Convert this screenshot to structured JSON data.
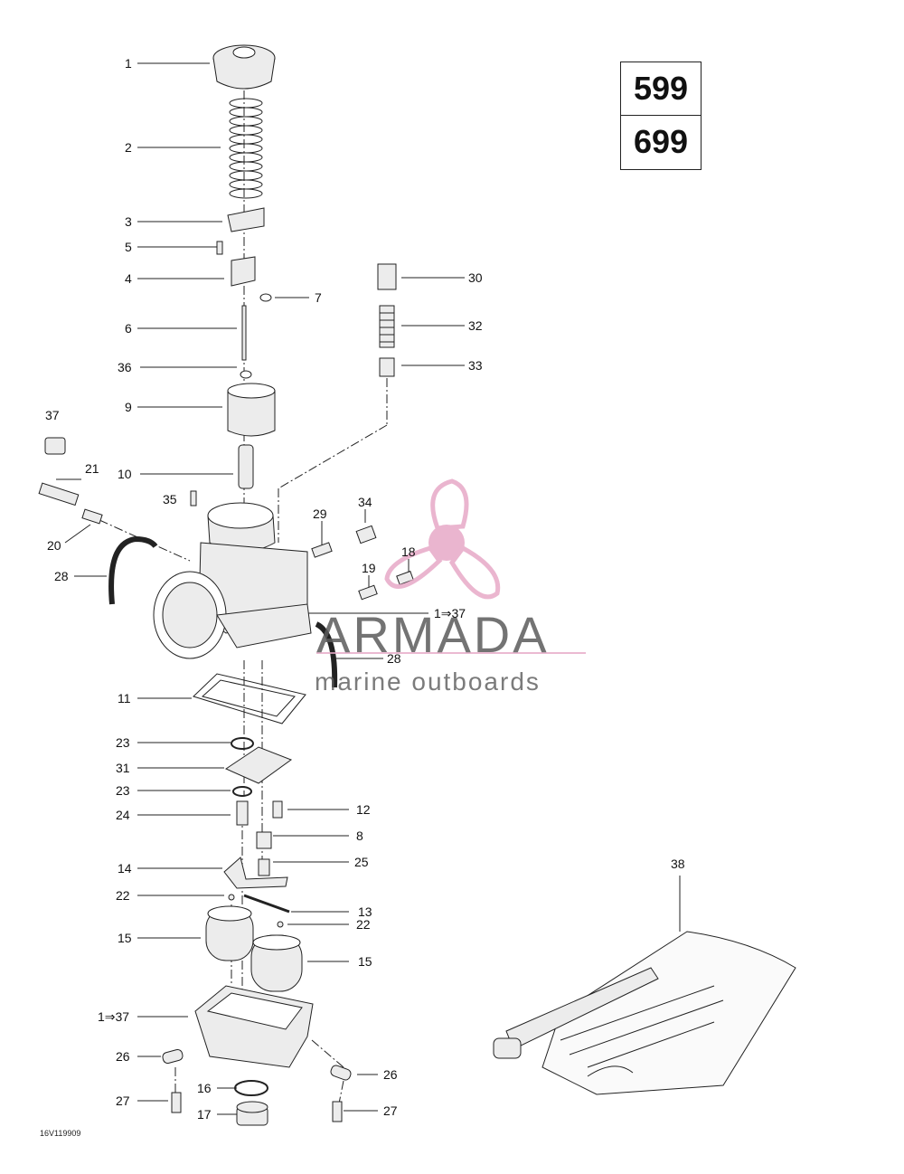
{
  "models": [
    "599",
    "699"
  ],
  "watermark": {
    "brand": "ARMADA",
    "tagline": "marine outboards"
  },
  "reference_code": "16V119909",
  "callouts": {
    "c1": "1",
    "c2": "2",
    "c3": "3",
    "c5": "5",
    "c4": "4",
    "c7": "7",
    "c6": "6",
    "c36": "36",
    "c9": "9",
    "c37": "37",
    "c21": "21",
    "c10": "10",
    "c35": "35",
    "c20": "20",
    "c28a": "28",
    "c30": "30",
    "c32": "32",
    "c33": "33",
    "c34": "34",
    "c29": "29",
    "c18": "18",
    "c19": "19",
    "c1r37a": "1⇒37",
    "c28b": "28",
    "c11": "11",
    "c23a": "23",
    "c31": "31",
    "c23b": "23",
    "c24": "24",
    "c12": "12",
    "c8": "8",
    "c25": "25",
    "c14": "14",
    "c22a": "22",
    "c13": "13",
    "c22b": "22",
    "c15a": "15",
    "c15b": "15",
    "c1r37b": "1⇒37",
    "c26a": "26",
    "c26b": "26",
    "c16": "16",
    "c27a": "27",
    "c17": "17",
    "c27b": "27",
    "c38": "38"
  },
  "colors": {
    "line": "#222222",
    "part_fill": "#ececec",
    "logo_pink": "#e7a9c7",
    "logo_text": "#5b5b5b"
  },
  "icons": {
    "logo": "propeller-icon"
  }
}
